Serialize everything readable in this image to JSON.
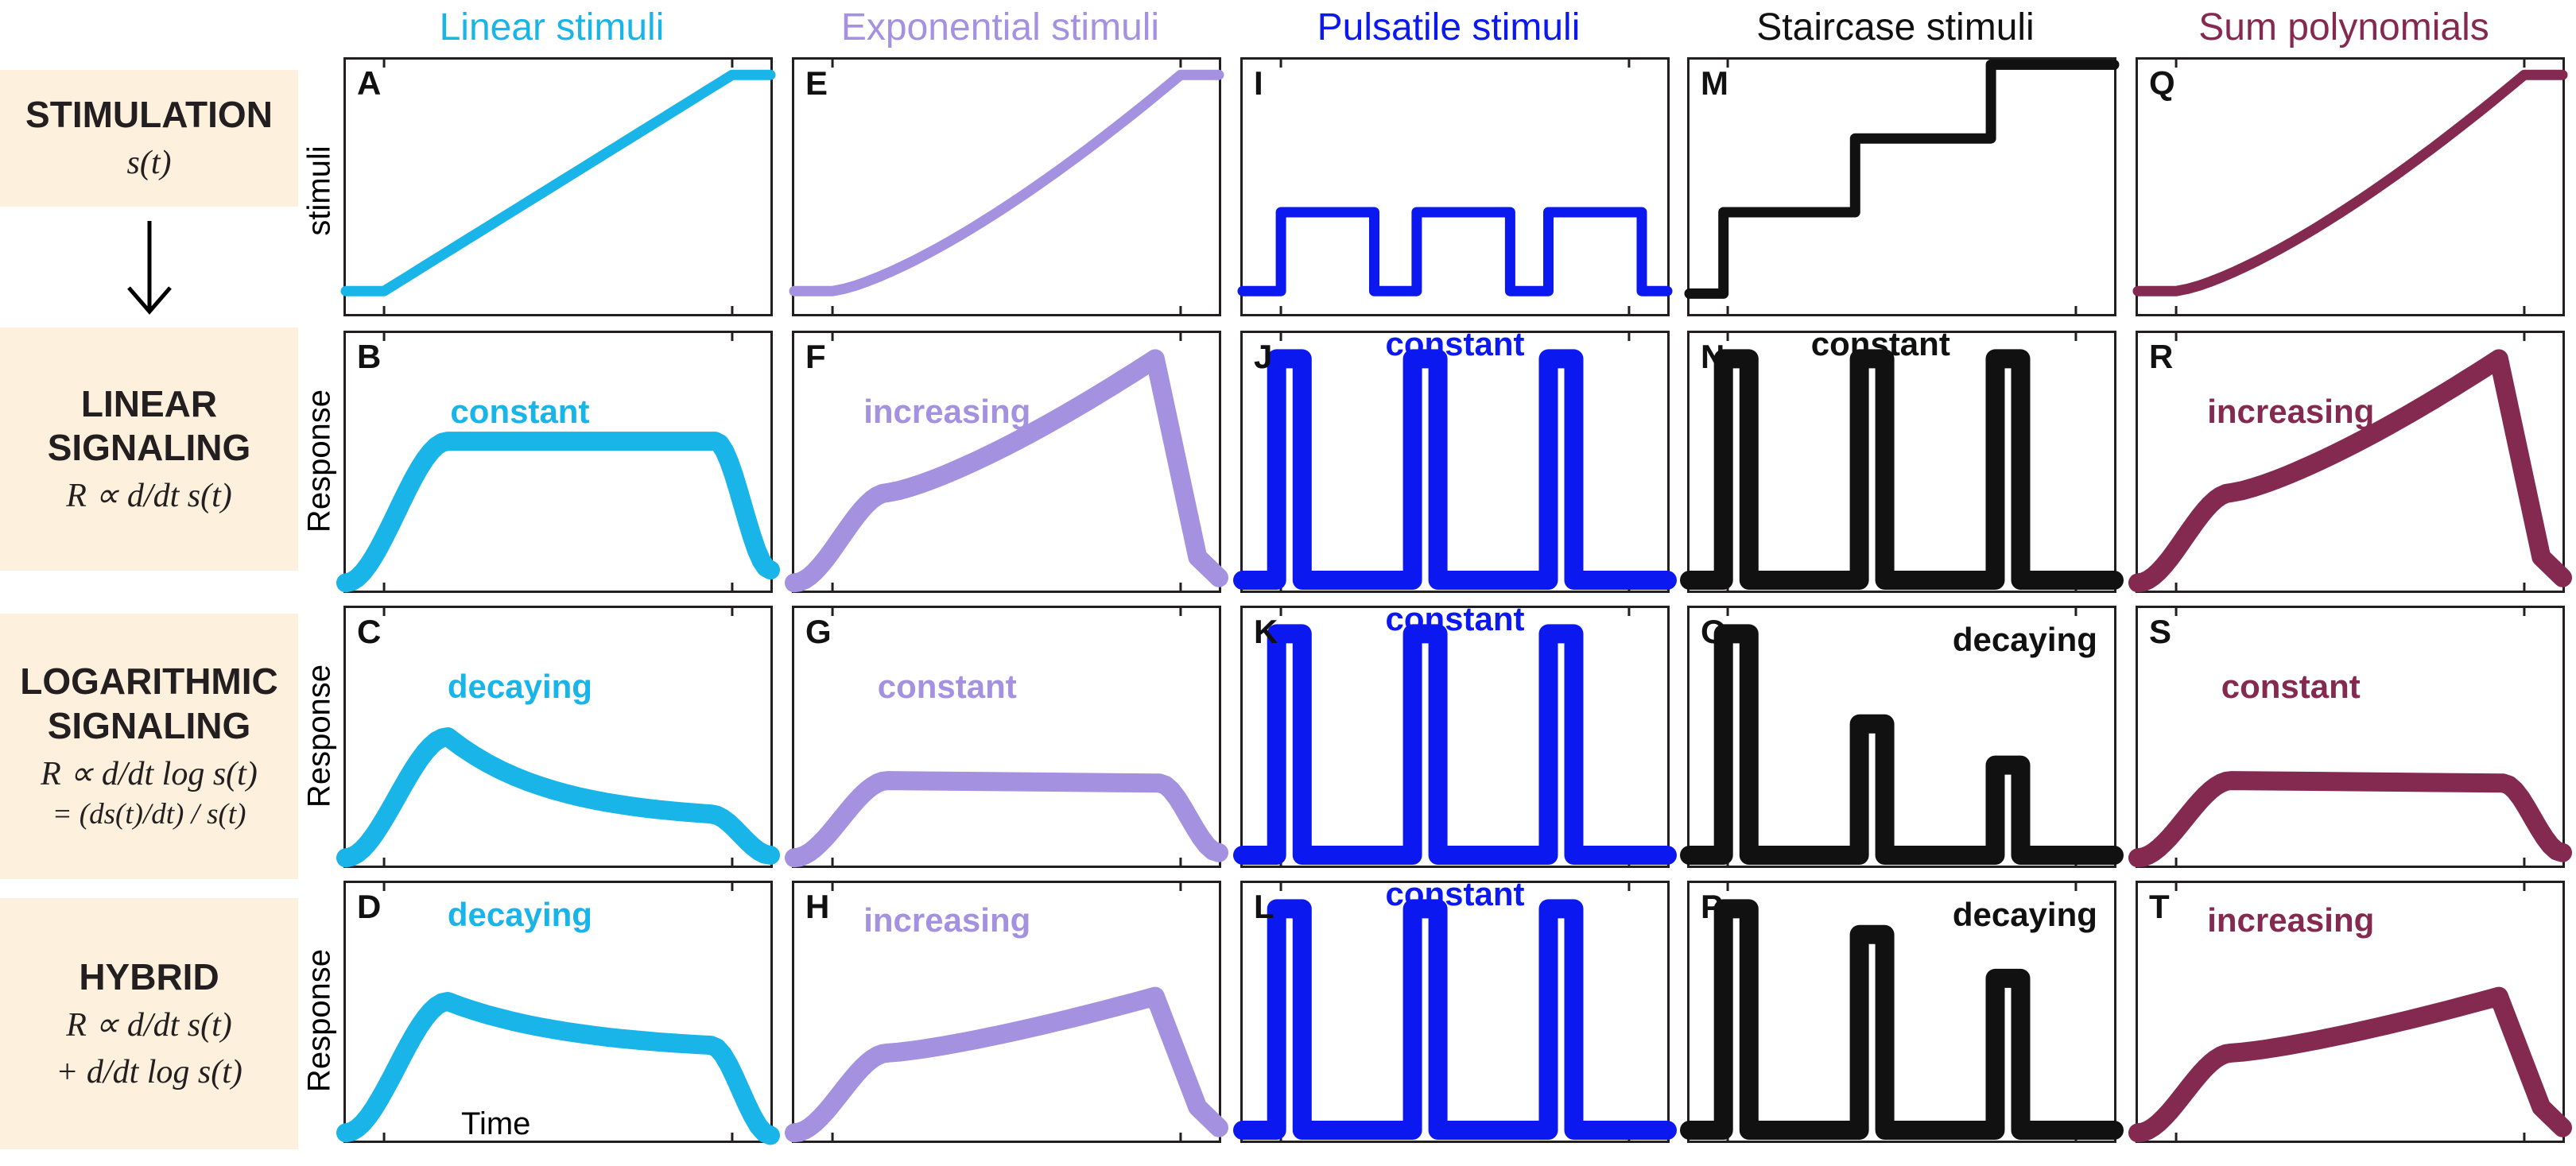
{
  "columns": [
    {
      "title": "Linear stimuli",
      "color": "#19b4e8"
    },
    {
      "title": "Exponential stimuli",
      "color": "#a491e0"
    },
    {
      "title": "Pulsatile stimuli",
      "color": "#0b18f0"
    },
    {
      "title": "Staircase stimuli",
      "color": "#111111"
    },
    {
      "title": "Sum polynomials",
      "color": "#84294f"
    }
  ],
  "rows": [
    {
      "title": "STIMULATION",
      "formula": [
        "s(t)"
      ],
      "ylabel": "stimuli"
    },
    {
      "title": "LINEAR SIGNALING",
      "formula": [
        "R ∝ d/dt s(t)"
      ],
      "ylabel": "Response"
    },
    {
      "title": "LOGARITHMIC SIGNALING",
      "formula": [
        "R ∝ d/dt log s(t)",
        "= (ds(t)/dt) / s(t)"
      ],
      "ylabel": "Response"
    },
    {
      "title": "HYBRID",
      "formula": [
        "R ∝ d/dt s(t)",
        "+ d/dt log s(t)"
      ],
      "ylabel": "Response"
    }
  ],
  "xlabel": "Time",
  "panels": [
    [
      {
        "label": "A",
        "annotation": ""
      },
      {
        "label": "E",
        "annotation": ""
      },
      {
        "label": "I",
        "annotation": ""
      },
      {
        "label": "M",
        "annotation": ""
      },
      {
        "label": "Q",
        "annotation": ""
      }
    ],
    [
      {
        "label": "B",
        "annotation": "constant"
      },
      {
        "label": "F",
        "annotation": "increasing"
      },
      {
        "label": "J",
        "annotation": "constant"
      },
      {
        "label": "N",
        "annotation": "constant"
      },
      {
        "label": "R",
        "annotation": "increasing"
      }
    ],
    [
      {
        "label": "C",
        "annotation": "decaying"
      },
      {
        "label": "G",
        "annotation": "constant"
      },
      {
        "label": "K",
        "annotation": "constant"
      },
      {
        "label": "O",
        "annotation": "decaying"
      },
      {
        "label": "S",
        "annotation": "constant"
      }
    ],
    [
      {
        "label": "D",
        "annotation": "decaying"
      },
      {
        "label": "H",
        "annotation": "increasing"
      },
      {
        "label": "L",
        "annotation": "constant"
      },
      {
        "label": "P",
        "annotation": "decaying"
      },
      {
        "label": "T",
        "annotation": "increasing"
      }
    ]
  ],
  "icons": {
    "flow_arrow": "down-arrow-icon"
  }
}
